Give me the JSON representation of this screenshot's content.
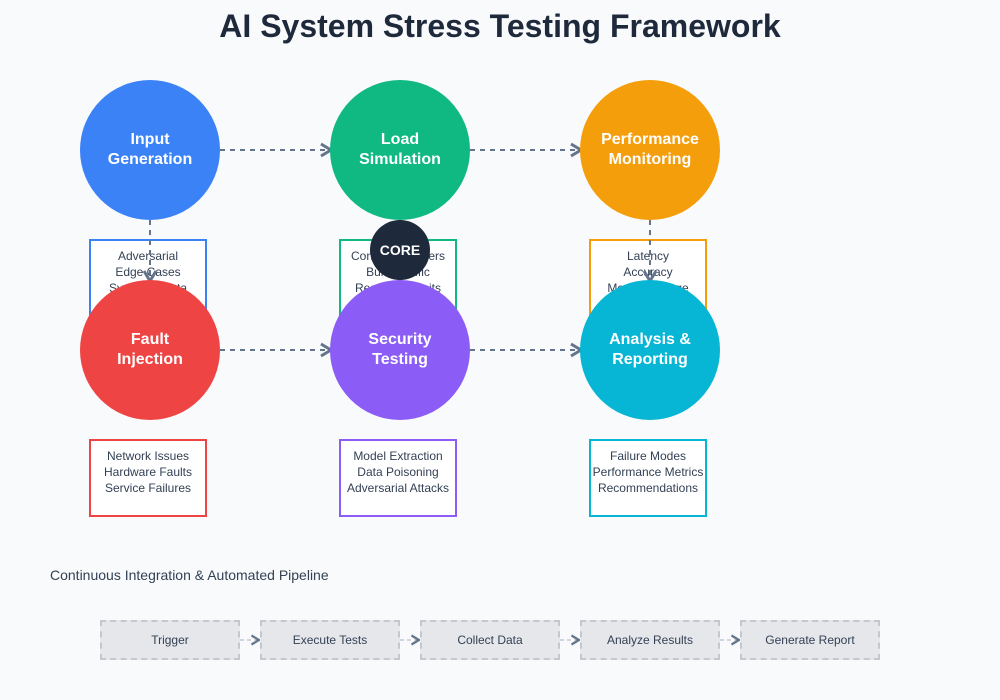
{
  "title": "AI System Stress Testing Framework",
  "colors": {
    "input_generation": "#3b82f6",
    "load_simulation": "#10b981",
    "performance_monitoring": "#f59e0b",
    "fault_injection": "#ef4444",
    "security_testing": "#8b5cf6",
    "analysis_reporting": "#06b6d4",
    "core": "#1e293b",
    "connector": "#64748b"
  },
  "nodes": [
    {
      "line1": "Input",
      "line2": "Generation",
      "details": [
        "Adversarial",
        "Edge Cases",
        "Synthetic Data"
      ]
    },
    {
      "line1": "Load",
      "line2": "Simulation",
      "details": [
        "Concurrent Users",
        "Burst Traffic",
        "Resource Limits"
      ]
    },
    {
      "line1": "Performance",
      "line2": "Monitoring",
      "details": [
        "Latency",
        "Accuracy",
        "Memory Usage"
      ]
    },
    {
      "line1": "Fault",
      "line2": "Injection",
      "details": [
        "Network Issues",
        "Hardware Faults",
        "Service Failures"
      ]
    },
    {
      "line1": "Security",
      "line2": "Testing",
      "details": [
        "Model Extraction",
        "Data Poisoning",
        "Adversarial Attacks"
      ]
    },
    {
      "line1": "Analysis &",
      "line2": "Reporting",
      "details": [
        "Failure Modes",
        "Performance Metrics",
        "Recommendations"
      ]
    }
  ],
  "core_label": "CORE",
  "pipeline": {
    "label": "Continuous Integration & Automated Pipeline",
    "steps": [
      "Trigger",
      "Execute Tests",
      "Collect Data",
      "Analyze Results",
      "Generate Report"
    ]
  }
}
